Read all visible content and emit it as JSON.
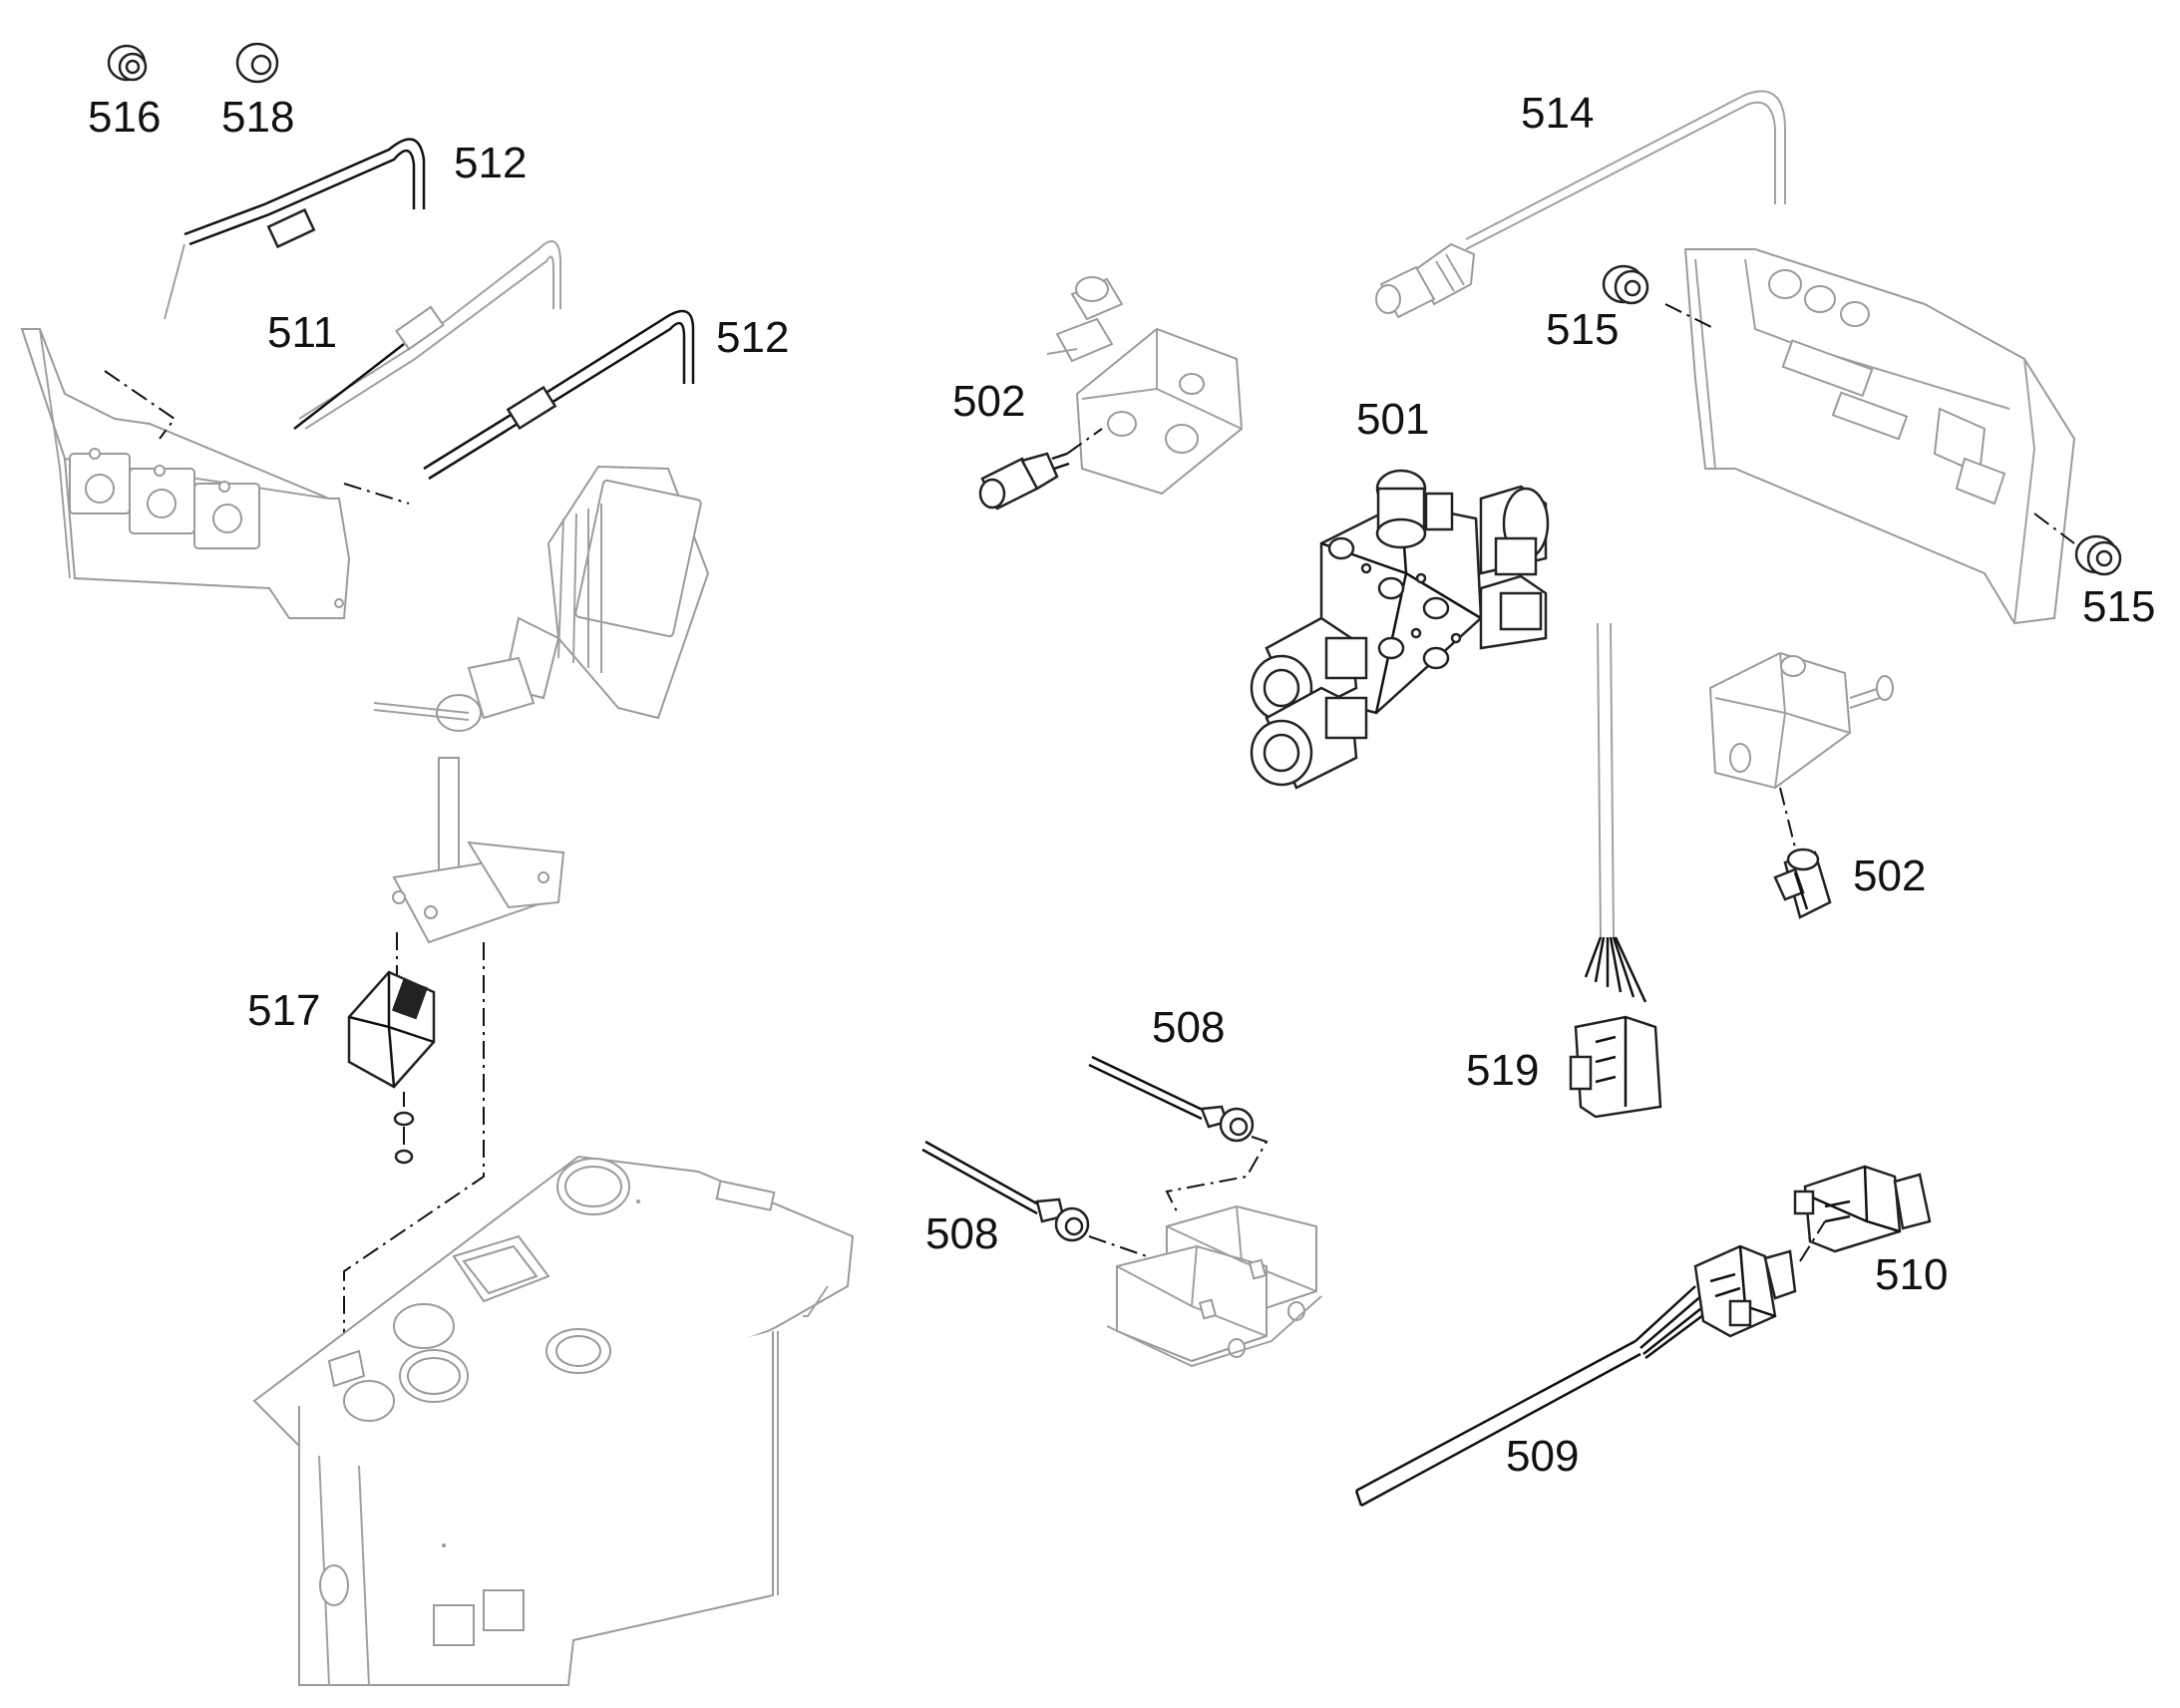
{
  "diagram": {
    "labels": {
      "p516": "516",
      "p518": "518",
      "p512a": "512",
      "p511": "511",
      "p512b": "512",
      "p514": "514",
      "p515a": "515",
      "p515b": "515",
      "p502a": "502",
      "p501": "501",
      "p502b": "502",
      "p517": "517",
      "p508a": "508",
      "p508b": "508",
      "p519": "519",
      "p510": "510",
      "p509": "509"
    }
  },
  "colors": {
    "line_gray": "#9a9a9a",
    "line_dark": "#222222",
    "background": "#ffffff"
  }
}
